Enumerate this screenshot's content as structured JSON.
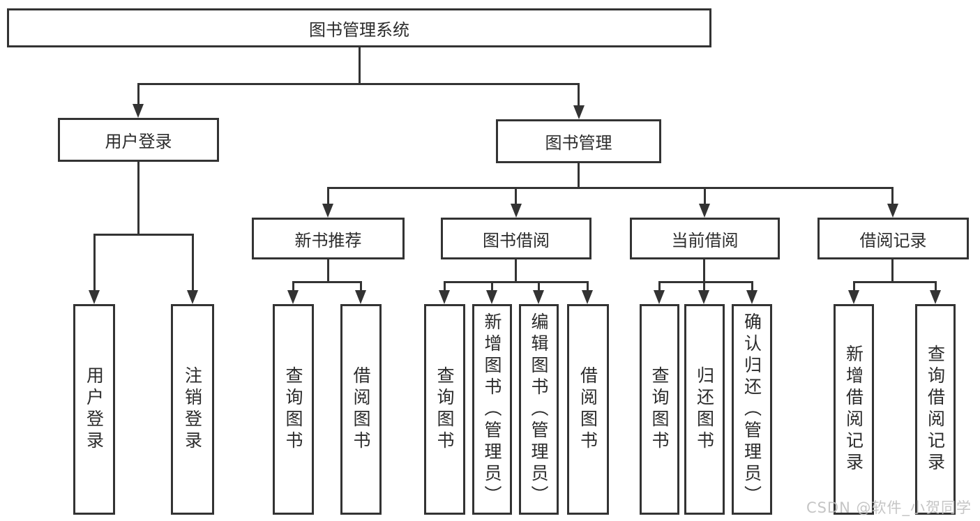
{
  "tree": {
    "root": {
      "label": "图书管理系统",
      "children": [
        {
          "label": "用户登录",
          "children": [
            {
              "label": "用户登录"
            },
            {
              "label": "注销登录"
            }
          ]
        },
        {
          "label": "图书管理",
          "children": [
            {
              "label": "新书推荐",
              "children": [
                {
                  "label": "查询图书"
                },
                {
                  "label": "借阅图书"
                }
              ]
            },
            {
              "label": "图书借阅",
              "children": [
                {
                  "label": "查询图书"
                },
                {
                  "label": "新增图书（管理员）"
                },
                {
                  "label": "编辑图书（管理员）"
                },
                {
                  "label": "借阅图书"
                }
              ]
            },
            {
              "label": "当前借阅",
              "children": [
                {
                  "label": "查询图书"
                },
                {
                  "label": "归还图书"
                },
                {
                  "label": "确认归还（管理员）"
                }
              ]
            },
            {
              "label": "借阅记录",
              "children": [
                {
                  "label": "新增借阅记录"
                },
                {
                  "label": "查询借阅记录"
                }
              ]
            }
          ]
        }
      ]
    }
  },
  "watermark": {
    "text": "CSDN @软件_小贺同学"
  },
  "colors": {
    "line": "#333333",
    "box_border": "#333333",
    "text": "#2b2b2b",
    "watermark": "#c0c0c0",
    "background": "#ffffff"
  }
}
